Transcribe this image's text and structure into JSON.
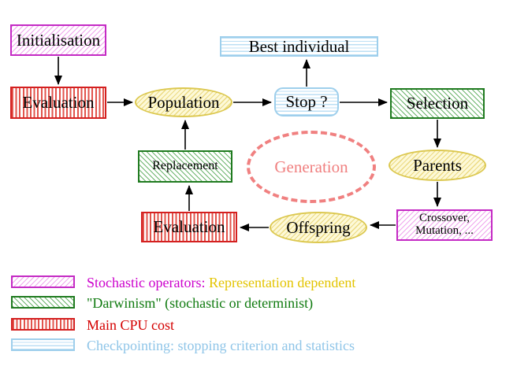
{
  "nodes": {
    "initialisation": {
      "label": "Initialisation"
    },
    "evaluation_top": {
      "label": "Evaluation"
    },
    "population": {
      "label": "Population"
    },
    "best_individual": {
      "label": "Best individual"
    },
    "stop": {
      "label": "Stop ?"
    },
    "selection": {
      "label": "Selection"
    },
    "replacement": {
      "label": "Replacement"
    },
    "generation": {
      "label": "Generation"
    },
    "parents": {
      "label": "Parents"
    },
    "crossover_mutation": {
      "line1": "Crossover,",
      "line2": "Mutation, ..."
    },
    "offspring": {
      "label": "Offspring"
    },
    "evaluation_bottom": {
      "label": "Evaluation"
    }
  },
  "legend": {
    "rows": [
      {
        "text_primary": "Stochastic operators:",
        "text_secondary": "Representation dependent"
      },
      {
        "text_primary": "\"Darwinism\" (stochastic or determinist)"
      },
      {
        "text_primary": "Main CPU cost"
      },
      {
        "text_primary": "Checkpointing: stopping criterion and statistics"
      }
    ]
  },
  "colors": {
    "magenta_border": "#c42ac4",
    "red_border": "#d42020",
    "green_border": "#1f7a1f",
    "blue_border": "#9ecfec",
    "yellow_border": "#dcc850",
    "salmon_dashed": "#f08080",
    "legend_magenta_text": "#cc00cc",
    "legend_yellow_text": "#e3c400",
    "legend_green_text": "#0f7a0f",
    "legend_red_text": "#d40000",
    "legend_blue_text": "#8fc5e8"
  }
}
